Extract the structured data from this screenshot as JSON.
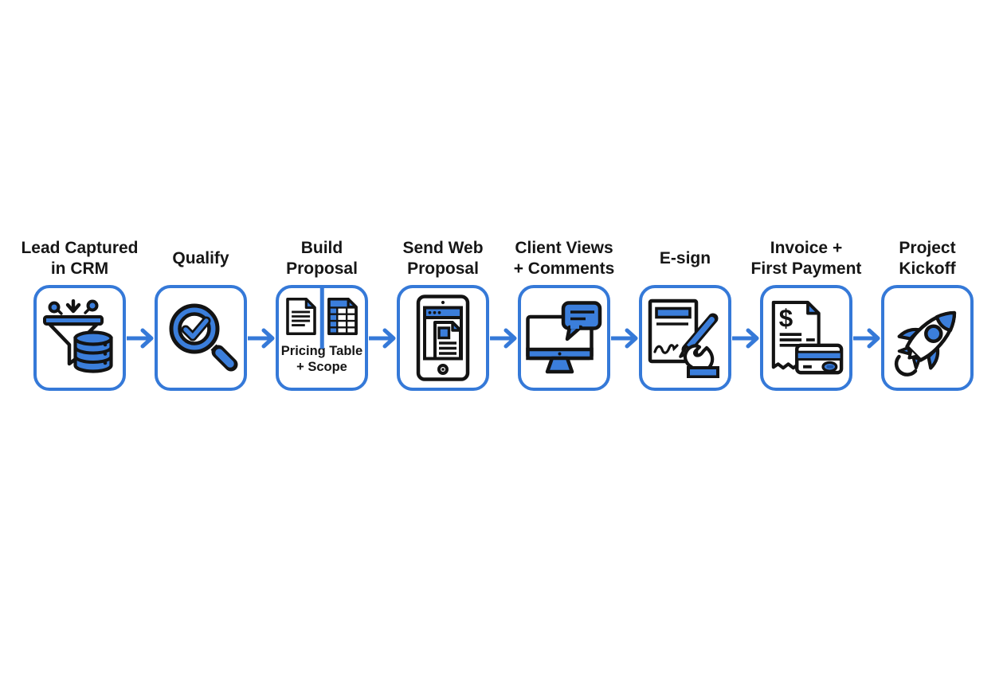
{
  "diagram": {
    "title": "proposal-to-kickoff sales workflow",
    "background_color": "#ffffff",
    "accent_blue": "#3579D8",
    "icon_fill_blue": "#3B7EDB",
    "outline_black": "#131313",
    "label_color": "#161616",
    "steps": [
      {
        "label": "Lead Captured\nin CRM",
        "icon": "funnel-database-icon"
      },
      {
        "label": "Qualify",
        "icon": "magnifier-check-icon"
      },
      {
        "label": "Build\nProposal",
        "icon": "document-and-spreadsheet-icon",
        "sublabel": "Pricing Table\n+ Scope"
      },
      {
        "label": "Send Web\nProposal",
        "icon": "tablet-web-proposal-icon"
      },
      {
        "label": "Client Views\n+ Comments",
        "icon": "monitor-comment-bubble-icon"
      },
      {
        "label": "E-sign",
        "icon": "hand-signing-document-icon"
      },
      {
        "label": "Invoice +\nFirst Payment",
        "icon": "invoice-credit-card-icon",
        "icon_text": "$"
      },
      {
        "label": "Project\nKickoff",
        "icon": "rocket-icon"
      }
    ],
    "connector": {
      "style": "right-arrow",
      "color": "#3579D8",
      "count": 7
    }
  }
}
